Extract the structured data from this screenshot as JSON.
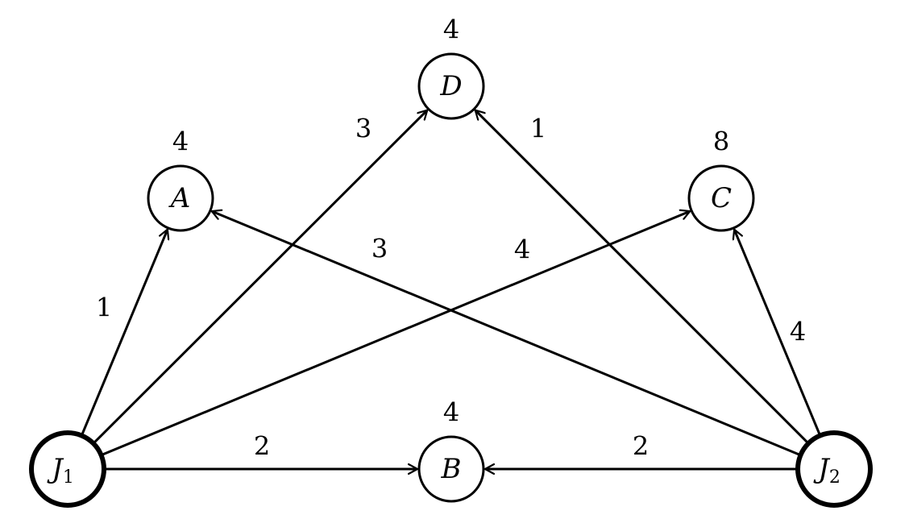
{
  "nodes": [
    {
      "id": "J1",
      "label": "J",
      "sub": "1",
      "weight": ""
    },
    {
      "id": "J2",
      "label": "J",
      "sub": "2",
      "weight": ""
    },
    {
      "id": "A",
      "label": "A",
      "sub": "",
      "weight": "4"
    },
    {
      "id": "B",
      "label": "B",
      "sub": "",
      "weight": "4"
    },
    {
      "id": "C",
      "label": "C",
      "sub": "",
      "weight": "8"
    },
    {
      "id": "D",
      "label": "D",
      "sub": "",
      "weight": "4"
    }
  ],
  "edges": [
    {
      "from": "J1",
      "to": "A",
      "label": "1"
    },
    {
      "from": "J1",
      "to": "D",
      "label": "3"
    },
    {
      "from": "J1",
      "to": "C",
      "label": "4"
    },
    {
      "from": "J1",
      "to": "B",
      "label": "2"
    },
    {
      "from": "J2",
      "to": "D",
      "label": "1"
    },
    {
      "from": "J2",
      "to": "A",
      "label": "3"
    },
    {
      "from": "J2",
      "to": "C",
      "label": "4"
    },
    {
      "from": "J2",
      "to": "B",
      "label": "2"
    }
  ]
}
